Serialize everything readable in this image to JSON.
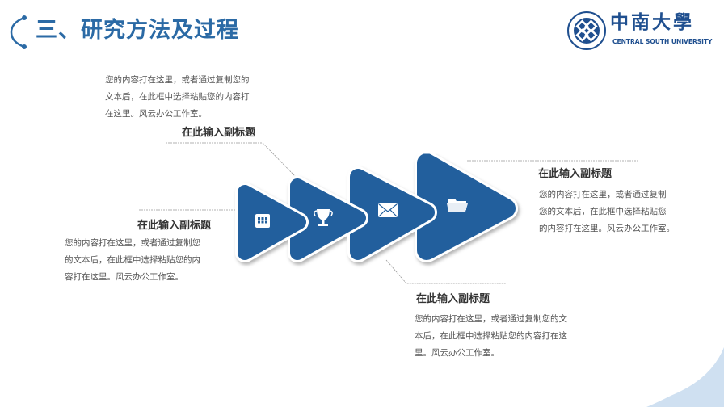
{
  "header": {
    "title": "三、研究方法及过程",
    "logo": {
      "name_cn": "中南大學",
      "name_en": "CENTRAL SOUTH UNIVERSITY"
    }
  },
  "colors": {
    "accent": "#215f9d",
    "title": "#2b6aa5",
    "text": "#555555"
  },
  "steps": [
    {
      "icon": "calendar-icon"
    },
    {
      "icon": "trophy-icon"
    },
    {
      "icon": "envelope-icon"
    },
    {
      "icon": "folder-icon"
    }
  ],
  "callouts": {
    "top": {
      "subtitle": "在此输入副标题",
      "lines": [
        "您的内容打在这里，或者通过复制您的",
        "文本后，在此框中选择粘贴您的内容打",
        "在这里。风云办公工作室。"
      ]
    },
    "left": {
      "subtitle": "在此输入副标题",
      "lines": [
        "您的内容打在这里，或者通过复制您",
        "的文本后，在此框中选择粘贴您的内",
        "容打在这里。风云办公工作室。"
      ]
    },
    "right": {
      "subtitle": "在此输入副标题",
      "lines": [
        "您的内容打在这里，或者通过复制",
        "您的文本后，在此框中选择粘贴您",
        "的内容打在这里。风云办公工作室。"
      ]
    },
    "bottom": {
      "subtitle": "在此输入副标题",
      "lines": [
        "您的内容打在这里，或者通过复制您的文",
        "本后，在此框中选择粘贴您的内容打在这",
        "里。风云办公工作室。"
      ]
    }
  }
}
